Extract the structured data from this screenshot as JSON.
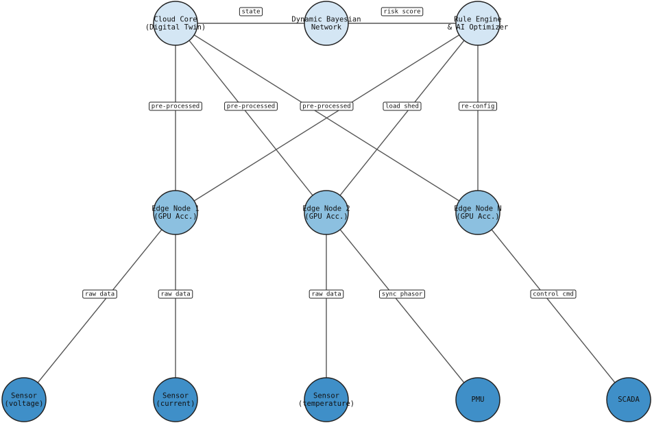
{
  "colors": {
    "cloud_tier": "#d4e6f4",
    "edge_tier": "#8cc0e0",
    "device_tier": "#3f8fc8",
    "edge_line": "#555555"
  },
  "nodes": [
    {
      "id": "cloud",
      "lines": [
        "Cloud Core",
        "(Digital Twin)"
      ],
      "tier": "cloud"
    },
    {
      "id": "dbn",
      "lines": [
        "Dynamic Bayesian",
        "Network"
      ],
      "tier": "cloud"
    },
    {
      "id": "rule",
      "lines": [
        "Rule Engine",
        "& AI Optimizer"
      ],
      "tier": "cloud"
    },
    {
      "id": "edge1",
      "lines": [
        "Edge Node 1",
        "(GPU Acc.)"
      ],
      "tier": "edge"
    },
    {
      "id": "edge2",
      "lines": [
        "Edge Node 2",
        "(GPU Acc.)"
      ],
      "tier": "edge"
    },
    {
      "id": "edgeN",
      "lines": [
        "Edge Node N",
        "(GPU Acc.)"
      ],
      "tier": "edge"
    },
    {
      "id": "s_volt",
      "lines": [
        "Sensor",
        "(voltage)"
      ],
      "tier": "device"
    },
    {
      "id": "s_curr",
      "lines": [
        "Sensor",
        "(current)"
      ],
      "tier": "device"
    },
    {
      "id": "s_temp",
      "lines": [
        "Sensor",
        "(temperature)"
      ],
      "tier": "device"
    },
    {
      "id": "pmu",
      "lines": [
        "PMU"
      ],
      "tier": "device"
    },
    {
      "id": "scada",
      "lines": [
        "SCADA"
      ],
      "tier": "device"
    }
  ],
  "edges": [
    {
      "from": "cloud",
      "to": "dbn",
      "label": "state"
    },
    {
      "from": "dbn",
      "to": "rule",
      "label": "risk score"
    },
    {
      "from": "edge1",
      "to": "cloud",
      "label": "pre-processed"
    },
    {
      "from": "edge2",
      "to": "cloud",
      "label": "pre-processed"
    },
    {
      "from": "edgeN",
      "to": "cloud",
      "label": "pre-processed"
    },
    {
      "from": "rule",
      "to": "edge2",
      "label": "load shed"
    },
    {
      "from": "rule",
      "to": "edgeN",
      "label": "re-config"
    },
    {
      "from": "rule",
      "to": "edge1",
      "label": ""
    },
    {
      "from": "s_volt",
      "to": "edge1",
      "label": "raw data"
    },
    {
      "from": "s_curr",
      "to": "edge1",
      "label": "raw data"
    },
    {
      "from": "s_temp",
      "to": "edge2",
      "label": "raw data"
    },
    {
      "from": "pmu",
      "to": "edge2",
      "label": "sync phasor"
    },
    {
      "from": "edgeN",
      "to": "scada",
      "label": "control cmd"
    }
  ]
}
